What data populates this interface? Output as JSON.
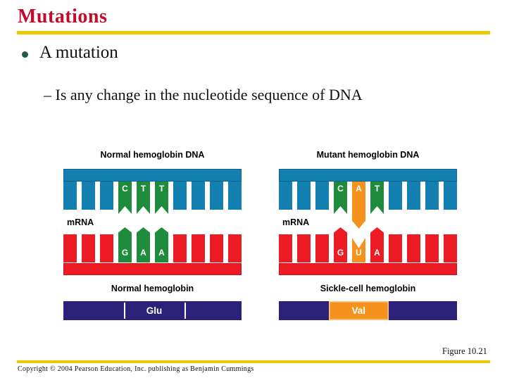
{
  "slide": {
    "title": "Mutations",
    "bullet": "A mutation",
    "sub_bullet": "– Is any change in the nucleotide sequence of DNA",
    "figure_label": "Figure 10.21",
    "copyright": "Copyright © 2004 Pearson Education, Inc. publishing as Benjamin Cummings"
  },
  "colors": {
    "title_red": "#C00D2D",
    "rule_yellow": "#EEC804",
    "dna_blue": "#1480B2",
    "base_green": "#1E8C3C",
    "highlight_orange": "#F5921E",
    "rna_red": "#ED1C24",
    "protein_navy": "#2B2178",
    "bullet_teal": "#1D5C4C"
  },
  "diagrams": [
    {
      "dna_title": "Normal hemoglobin DNA",
      "mrna_label": "mRNA",
      "protein_title": "Normal hemoglobin",
      "amino_acid": "Glu",
      "amino_highlighted": false,
      "dna_codon": "CTT",
      "mrna_codon": "GAA",
      "dna_teeth": [
        {
          "type": "plain"
        },
        {
          "type": "plain"
        },
        {
          "type": "plain"
        },
        {
          "type": "green-ribbon",
          "letter": "C"
        },
        {
          "type": "green-ribbon",
          "letter": "T"
        },
        {
          "type": "green-ribbon",
          "letter": "T"
        },
        {
          "type": "plain"
        },
        {
          "type": "plain"
        },
        {
          "type": "plain"
        },
        {
          "type": "plain"
        }
      ],
      "mrna_teeth": [
        {
          "type": "plain"
        },
        {
          "type": "plain"
        },
        {
          "type": "plain"
        },
        {
          "type": "green-peak",
          "letter": "G"
        },
        {
          "type": "green-peak",
          "letter": "A"
        },
        {
          "type": "green-peak",
          "letter": "A"
        },
        {
          "type": "plain"
        },
        {
          "type": "plain"
        },
        {
          "type": "plain"
        },
        {
          "type": "plain"
        }
      ]
    },
    {
      "dna_title": "Mutant hemoglobin DNA",
      "mrna_label": "mRNA",
      "protein_title": "Sickle-cell hemoglobin",
      "amino_acid": "Val",
      "amino_highlighted": true,
      "dna_codon": "CAT",
      "mrna_codon": "GUA",
      "dna_teeth": [
        {
          "type": "plain"
        },
        {
          "type": "plain"
        },
        {
          "type": "plain"
        },
        {
          "type": "green-ribbon",
          "letter": "C"
        },
        {
          "type": "orange-arrow",
          "letter": "A"
        },
        {
          "type": "green-ribbon",
          "letter": "T"
        },
        {
          "type": "plain"
        },
        {
          "type": "plain"
        },
        {
          "type": "plain"
        },
        {
          "type": "plain"
        }
      ],
      "mrna_teeth": [
        {
          "type": "plain"
        },
        {
          "type": "plain"
        },
        {
          "type": "plain"
        },
        {
          "type": "red-peak",
          "letter": "G"
        },
        {
          "type": "orange-notch",
          "letter": "U"
        },
        {
          "type": "red-peak",
          "letter": "A"
        },
        {
          "type": "plain"
        },
        {
          "type": "plain"
        },
        {
          "type": "plain"
        },
        {
          "type": "plain"
        }
      ]
    }
  ]
}
